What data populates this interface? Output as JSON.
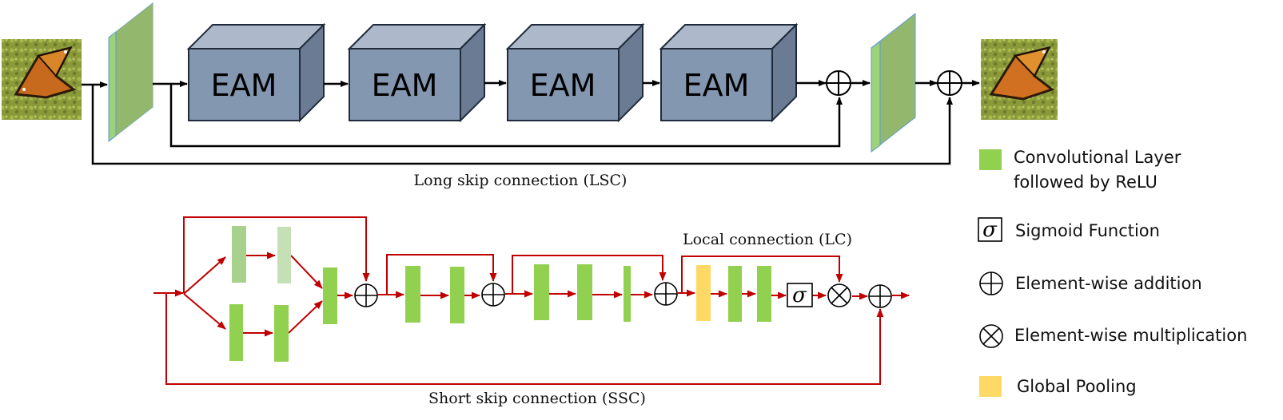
{
  "top": {
    "blocks": [
      {
        "label": "EAM"
      },
      {
        "label": "EAM"
      },
      {
        "label": "EAM"
      },
      {
        "label": "EAM"
      }
    ],
    "lsc_caption": "Long skip connection (LSC)"
  },
  "bottom": {
    "lc_caption": "Local connection (LC)",
    "ssc_caption": "Short skip connection (SSC)",
    "sigma_symbol": "σ"
  },
  "legend": {
    "items": [
      {
        "kind": "conv",
        "label_line1": "Convolutional Layer",
        "label_line2": "followed by ReLU",
        "color": "#92d050"
      },
      {
        "kind": "sigmoid",
        "symbol": "σ",
        "label": "Sigmoid Function"
      },
      {
        "kind": "add",
        "label": "Element-wise addition"
      },
      {
        "kind": "mul",
        "label": "Element-wise multiplication"
      },
      {
        "kind": "pool",
        "label": "Global Pooling",
        "color": "#ffd966"
      }
    ]
  },
  "colors": {
    "conv_green": "#92d050",
    "conv_green_light": "#a9d18e",
    "conv_green_pale": "#c5e0b4",
    "pool_yellow": "#ffd966",
    "eam_front": "#8497b0",
    "eam_top": "#adb9ca",
    "eam_side": "#6b7b93",
    "arrow_black": "#000000",
    "arrow_red": "#c00000",
    "layer_blue": "#9dc3e6"
  },
  "images": [
    {
      "name": "input-butterfly-image"
    },
    {
      "name": "output-butterfly-image"
    }
  ]
}
